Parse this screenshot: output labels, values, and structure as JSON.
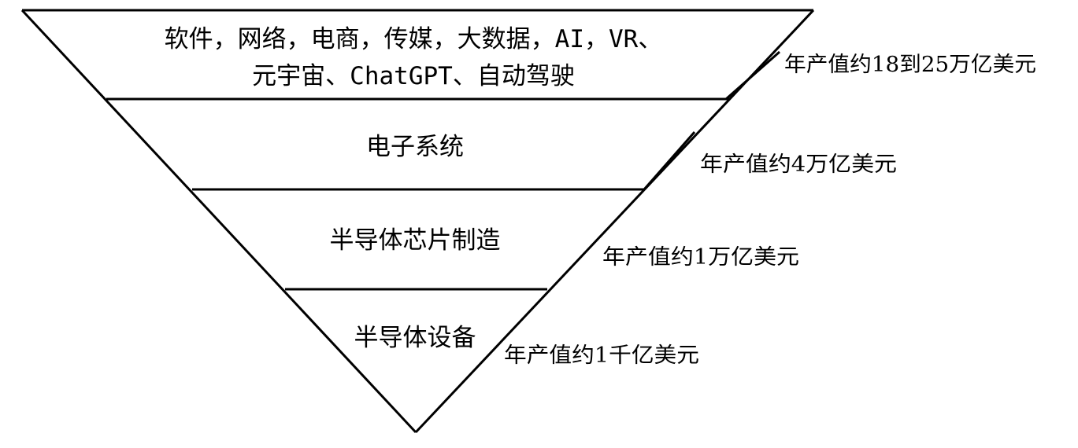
{
  "tiers": [
    {
      "lines": [
        "软件，网络，电商，传媒，大数据，AI，VR、",
        "元宇宙、ChatGPT、自动驾驶"
      ],
      "value": "年产值约18到25万亿美元"
    },
    {
      "lines": [
        "电子系统"
      ],
      "value": "年产值约4万亿美元"
    },
    {
      "lines": [
        "半导体芯片制造"
      ],
      "value": "年产值约1万亿美元"
    },
    {
      "lines": [
        "半导体设备"
      ],
      "value": "年产值约1千亿美元"
    }
  ]
}
